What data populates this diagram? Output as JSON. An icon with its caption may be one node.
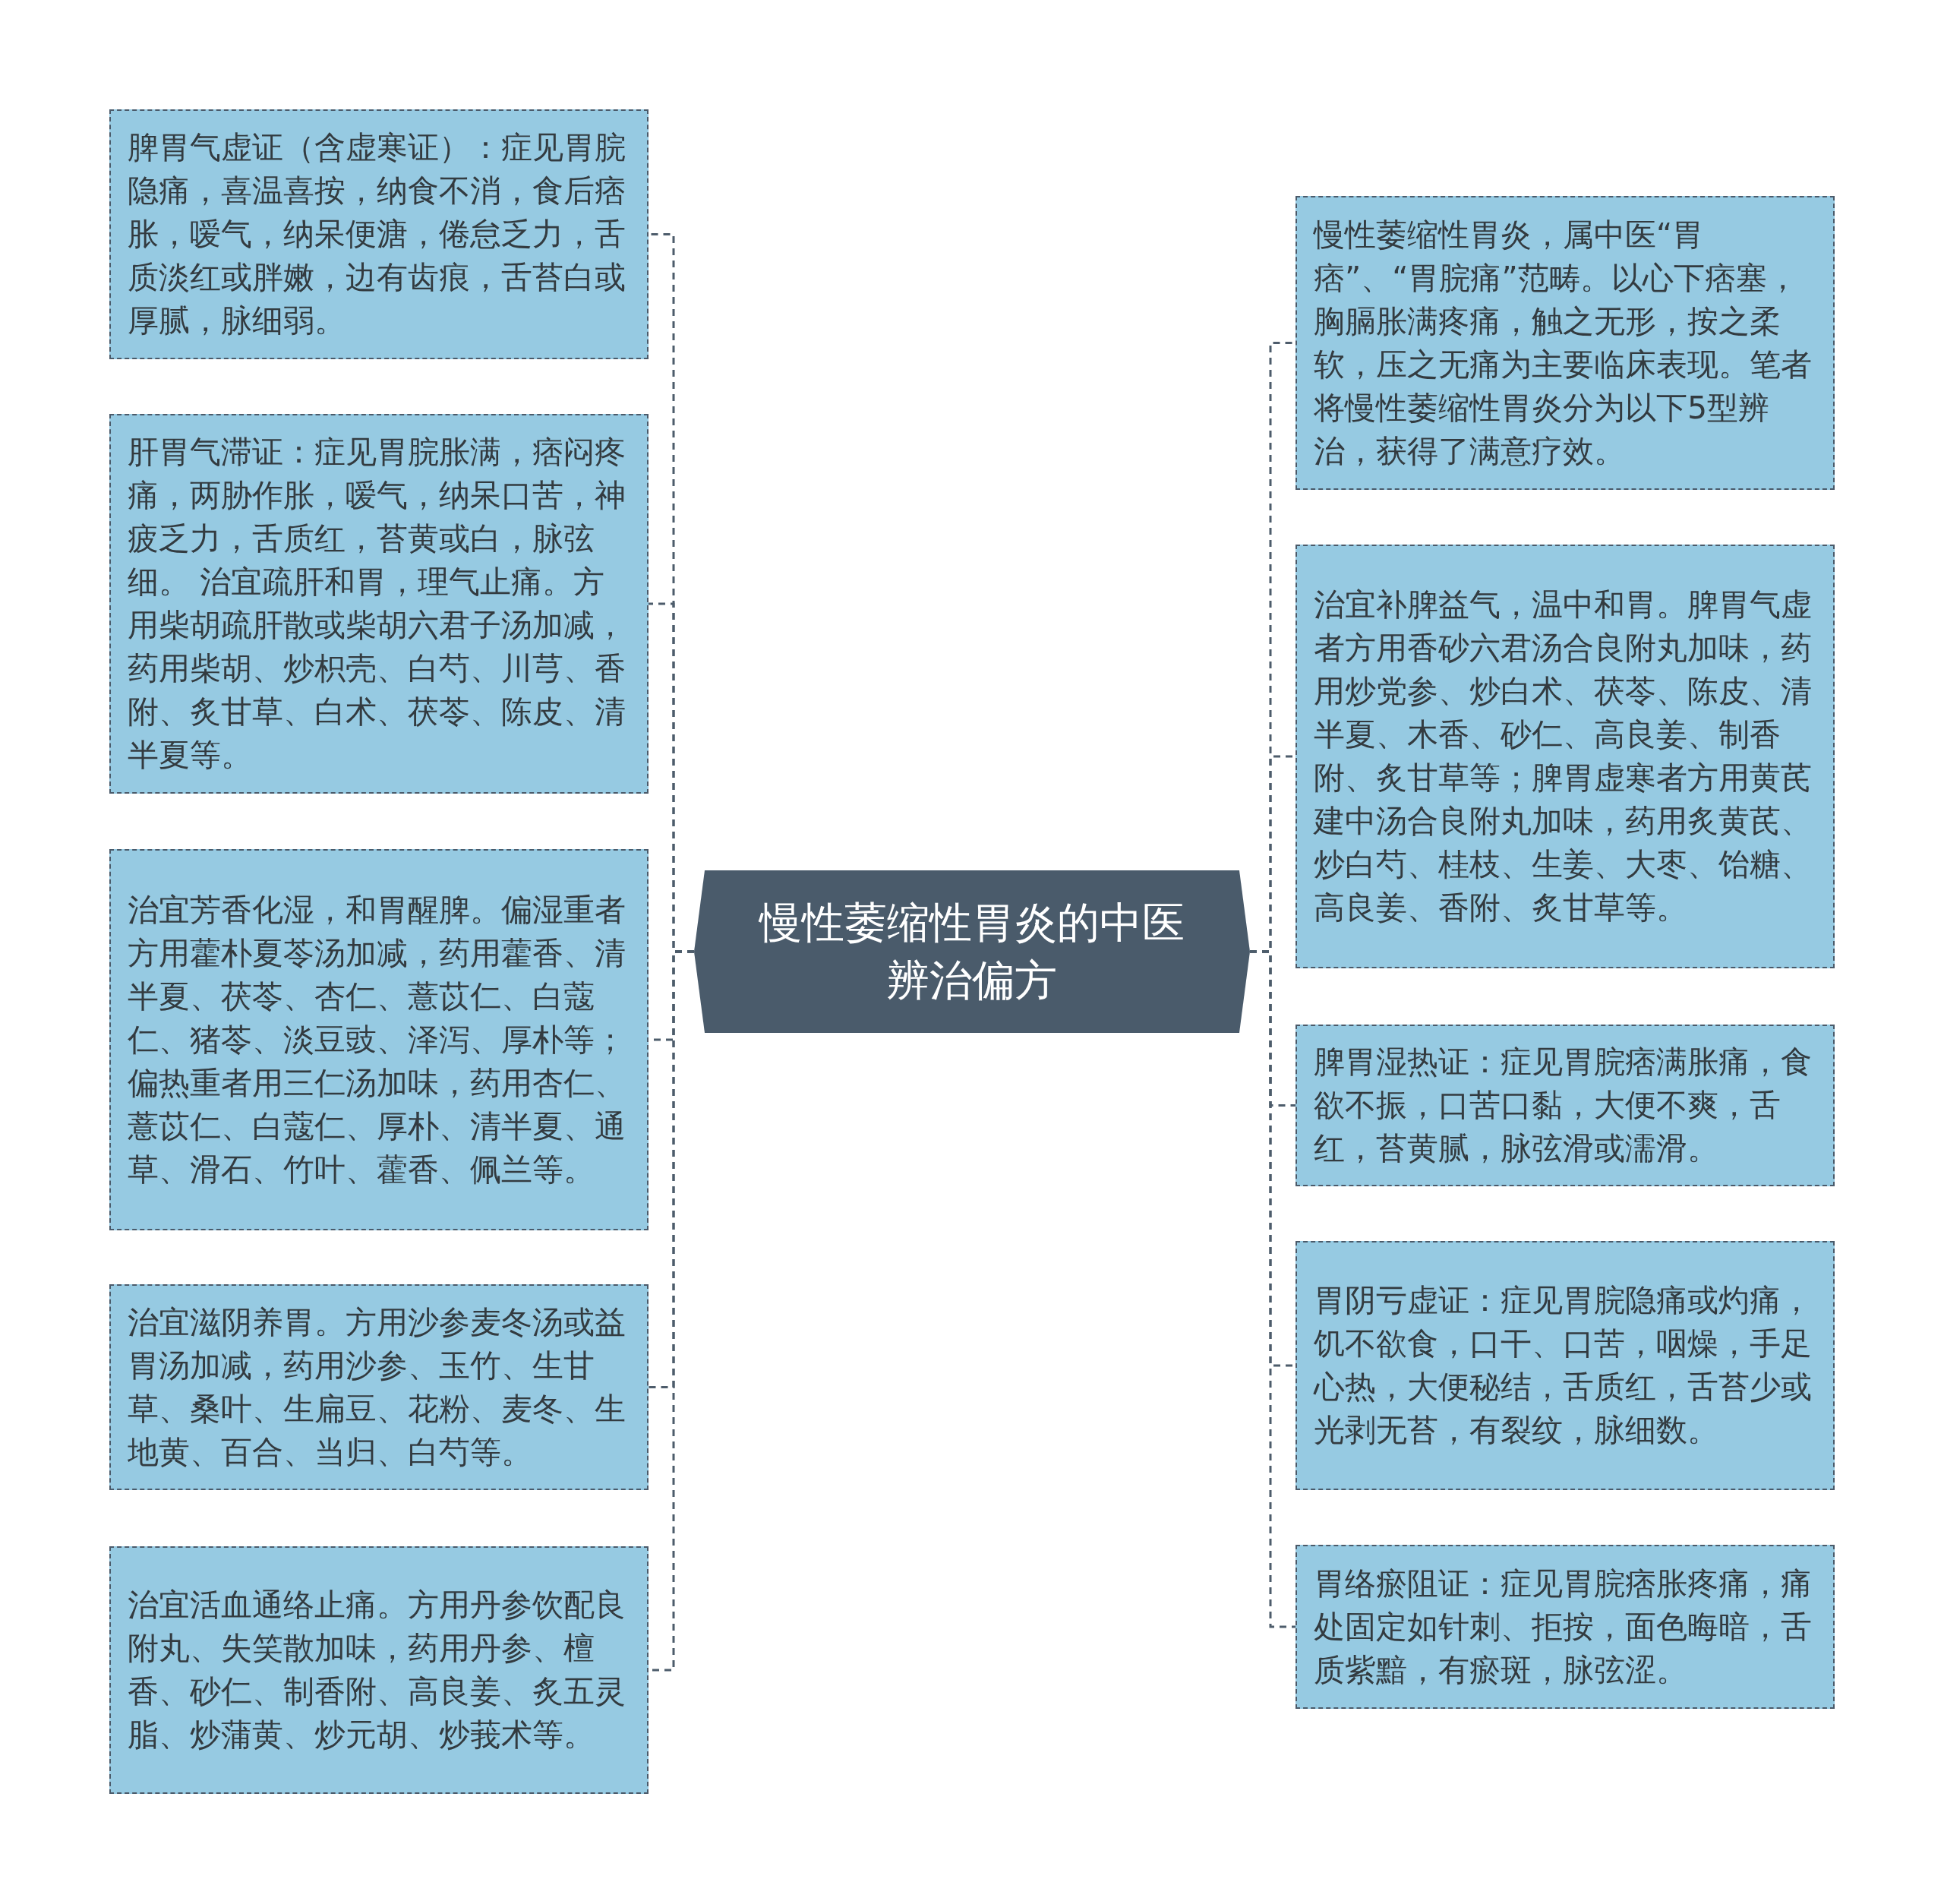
{
  "diagram": {
    "nodes": [
      {
        "text": [
          "慢性萎缩性胃炎的中医辨治偏方"
        ]
      },
      {
        "text": [
          "脾胃气虚证（含虚寒证）：症见胃脘隐痛，喜温喜按，纳食不消，食后痞胀，嗳气，纳呆便溏，倦怠乏力，舌质淡红或胖嫩，边有齿痕，舌苔白或厚腻，脉细弱。"
        ]
      },
      {
        "text": [
          "肝胃气滞证：症见胃脘胀满，痞闷疼痛，两胁作胀，嗳气，纳呆口苦，神疲乏力，舌质红，苔黄或白，脉弦细。 治宜疏肝和胃，理气止痛。方用柴胡疏肝散或柴胡六君子汤加减，药用柴胡、炒枳壳、白芍、川芎、香附、炙甘草、白术、茯苓、陈皮、清半夏等。"
        ]
      },
      {
        "text": [
          "治宜芳香化湿，和胃醒脾。偏湿重者方用藿朴夏苓汤加减，药用藿香、清半夏、茯苓、杏仁、薏苡仁、白蔻仁、猪苓、淡豆豉、泽泻、厚朴等；偏热重者用三仁汤加味，药用杏仁、薏苡仁、白蔻仁、厚朴、清半夏、通草、滑石、竹叶、藿香、佩兰等。"
        ]
      },
      {
        "text": [
          "治宜滋阴养胃。方用沙参麦冬汤或益胃汤加减，药用沙参、玉竹、生甘草、桑叶、生扁豆、花粉、麦冬、生地黄、百合、当归、白芍等。"
        ]
      },
      {
        "text": [
          "治宜活血通络止痛。方用丹参饮配良附丸、失笑散加味，药用丹参、檀香、砂仁、制香附、高良姜、炙五灵脂、炒蒲黄、炒元胡、炒莪术等。"
        ]
      },
      {
        "text": [
          "慢性萎缩性胃炎，属中医“胃痞”、“胃脘痛”范畴。以心下痞塞，胸膈胀满疼痛，触之无形，按之柔软，压之无痛为主要临床表现。笔者将慢性萎缩性胃炎分为以下5型辨治，获得了满意疗效。"
        ]
      },
      {
        "text": [
          "治宜补脾益气，温中和胃。脾胃气虚者方用香砂六君汤合良附丸加味，药用炒党参、炒白术、茯苓、陈皮、清半夏、木香、砂仁、高良姜、制香附、炙甘草等；脾胃虚寒者方用黄芪建中汤合良附丸加味，药用炙黄芪、炒白芍、桂枝、生姜、大枣、饴糖、高良姜、香附、炙甘草等。"
        ]
      },
      {
        "text": [
          "脾胃湿热证：症见胃脘痞满胀痛，食欲不振，口苦口黏，大便不爽，舌红，苔黄腻，脉弦滑或濡滑。"
        ]
      },
      {
        "text": [
          "胃阴亏虚证：症见胃脘隐痛或灼痛，饥不欲食，口干、口苦，咽燥，手足心热，大便秘结，舌质红，舌苔少或光剥无苔，有裂纹，脉细数。"
        ]
      },
      {
        "text": [
          "胃络瘀阻证：症见胃脘痞胀疼痛，痛处固定如针刺、拒按，面色晦暗，舌质紫黯，有瘀斑，脉弦涩。"
        ]
      }
    ],
    "edges": [
      {
        "from": 0,
        "to": 1,
        "arrow": "none",
        "style": "dashed"
      },
      {
        "from": 0,
        "to": 2,
        "arrow": "none",
        "style": "dashed"
      },
      {
        "from": 0,
        "to": 3,
        "arrow": "none",
        "style": "dashed"
      },
      {
        "from": 0,
        "to": 4,
        "arrow": "none",
        "style": "dashed"
      },
      {
        "from": 0,
        "to": 5,
        "arrow": "none",
        "style": "dashed"
      },
      {
        "from": 0,
        "to": 6,
        "arrow": "none",
        "style": "dashed"
      },
      {
        "from": 0,
        "to": 7,
        "arrow": "none",
        "style": "dashed"
      },
      {
        "from": 0,
        "to": 8,
        "arrow": "none",
        "style": "dashed"
      },
      {
        "from": 0,
        "to": 9,
        "arrow": "none",
        "style": "dashed"
      },
      {
        "from": 0,
        "to": 10,
        "arrow": "none",
        "style": "dashed"
      }
    ]
  }
}
